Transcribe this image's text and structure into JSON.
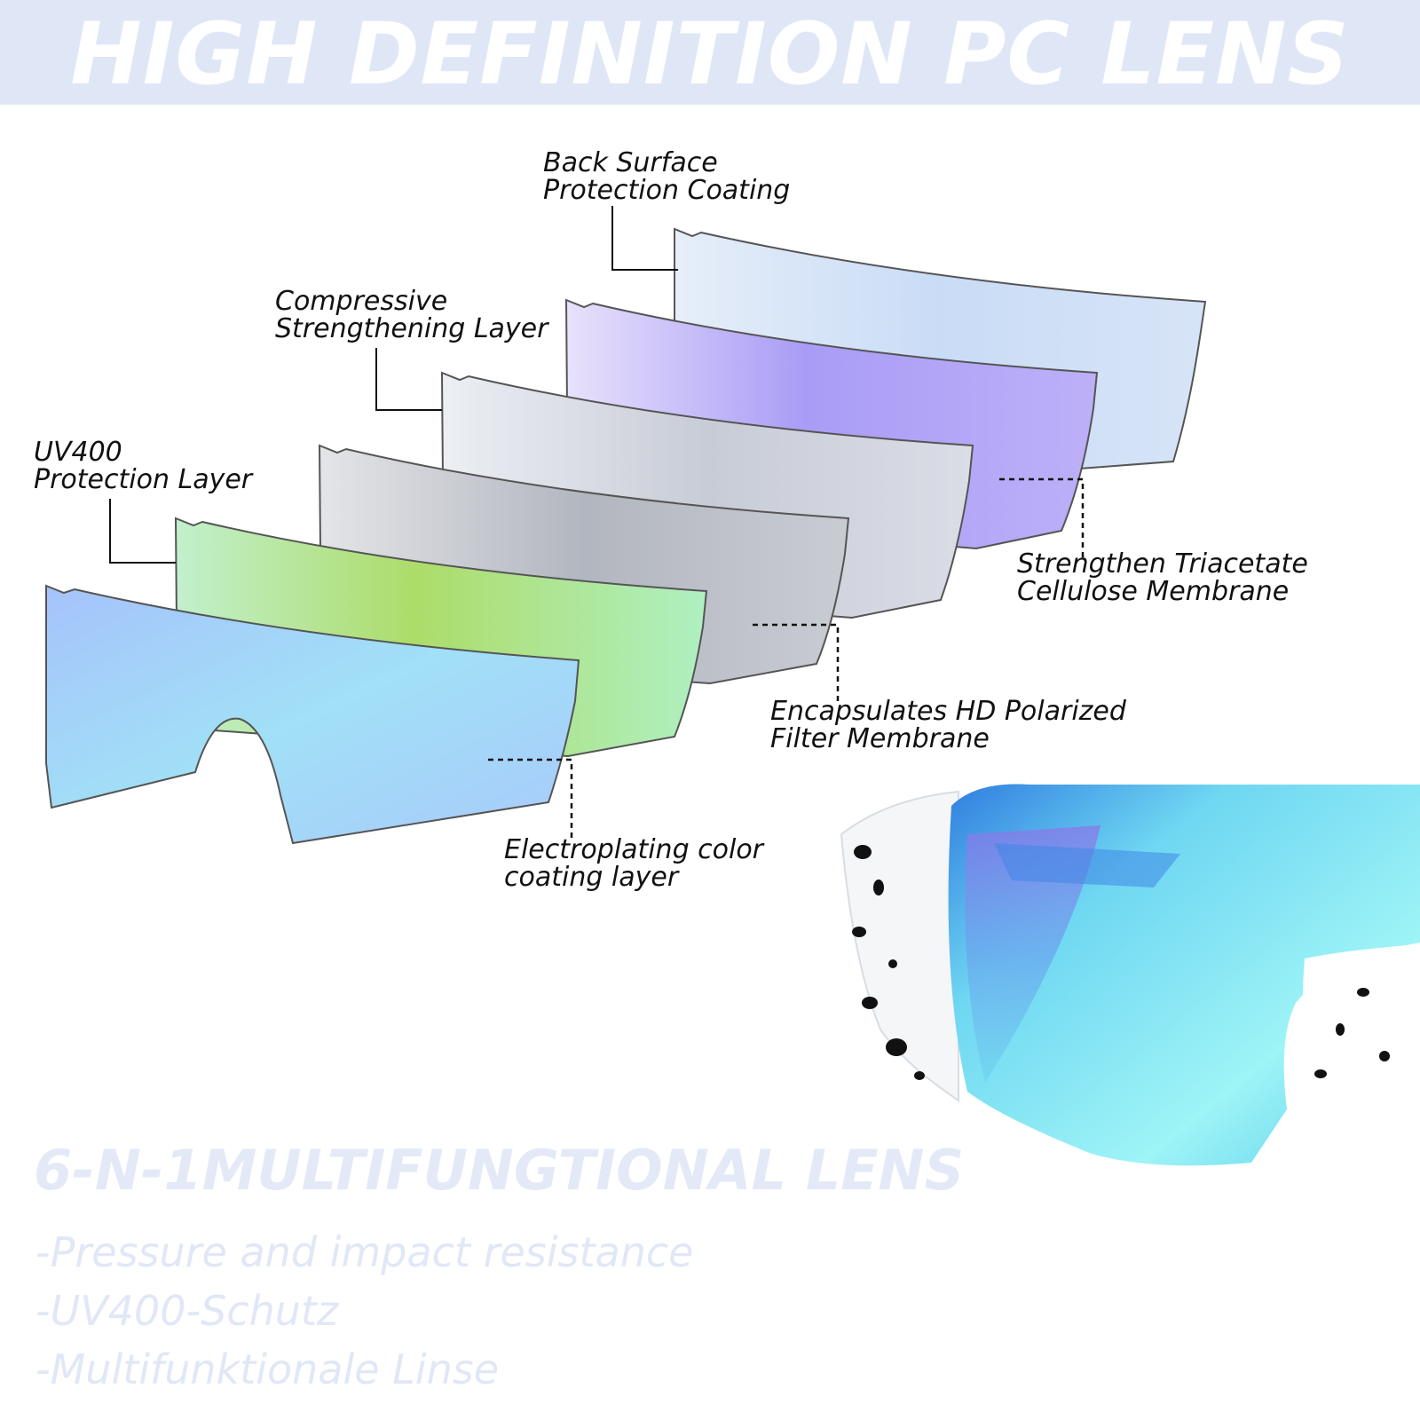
{
  "header": {
    "title": "HIGH DEFINITION PC LENS",
    "background": "#dfe7f7"
  },
  "callouts": {
    "back_surface": [
      "Back Surface",
      "Protection Coating"
    ],
    "compressive": [
      "Compressive",
      "Strengthening Layer"
    ],
    "uv400": [
      "UV400",
      "Protection Layer"
    ],
    "triacetate": [
      "Strengthen Triacetate",
      "Cellulose Membrane"
    ],
    "polarized": [
      "Encapsulates HD Polarized",
      "Filter Membrane"
    ],
    "electroplating": [
      "Electroplating color",
      "coating layer"
    ]
  },
  "lens_layers": [
    {
      "name": "back-surface-lens",
      "colors": [
        "#dde8f8",
        "#c8dcf6"
      ]
    },
    {
      "name": "triacetate-lens",
      "colors": [
        "#e2d8fb",
        "#a999f5"
      ]
    },
    {
      "name": "compressive-lens",
      "colors": [
        "#e0e4ee",
        "#c4c9d6"
      ]
    },
    {
      "name": "polarized-lens",
      "colors": [
        "#d9dbe0",
        "#b0b5be"
      ]
    },
    {
      "name": "uv400-lens",
      "colors": [
        "#c5f2cf",
        "#a8dc6c"
      ]
    },
    {
      "name": "electroplating-lens",
      "colors": [
        "#a8c8fb",
        "#9ae3f2"
      ]
    }
  ],
  "features": {
    "heading": "6-N-1MULTIFUNGTIONAL LENS",
    "items": [
      "-Pressure and impact resistance",
      "-UV400-Schutz",
      "-Multifunktionale Linse"
    ]
  }
}
